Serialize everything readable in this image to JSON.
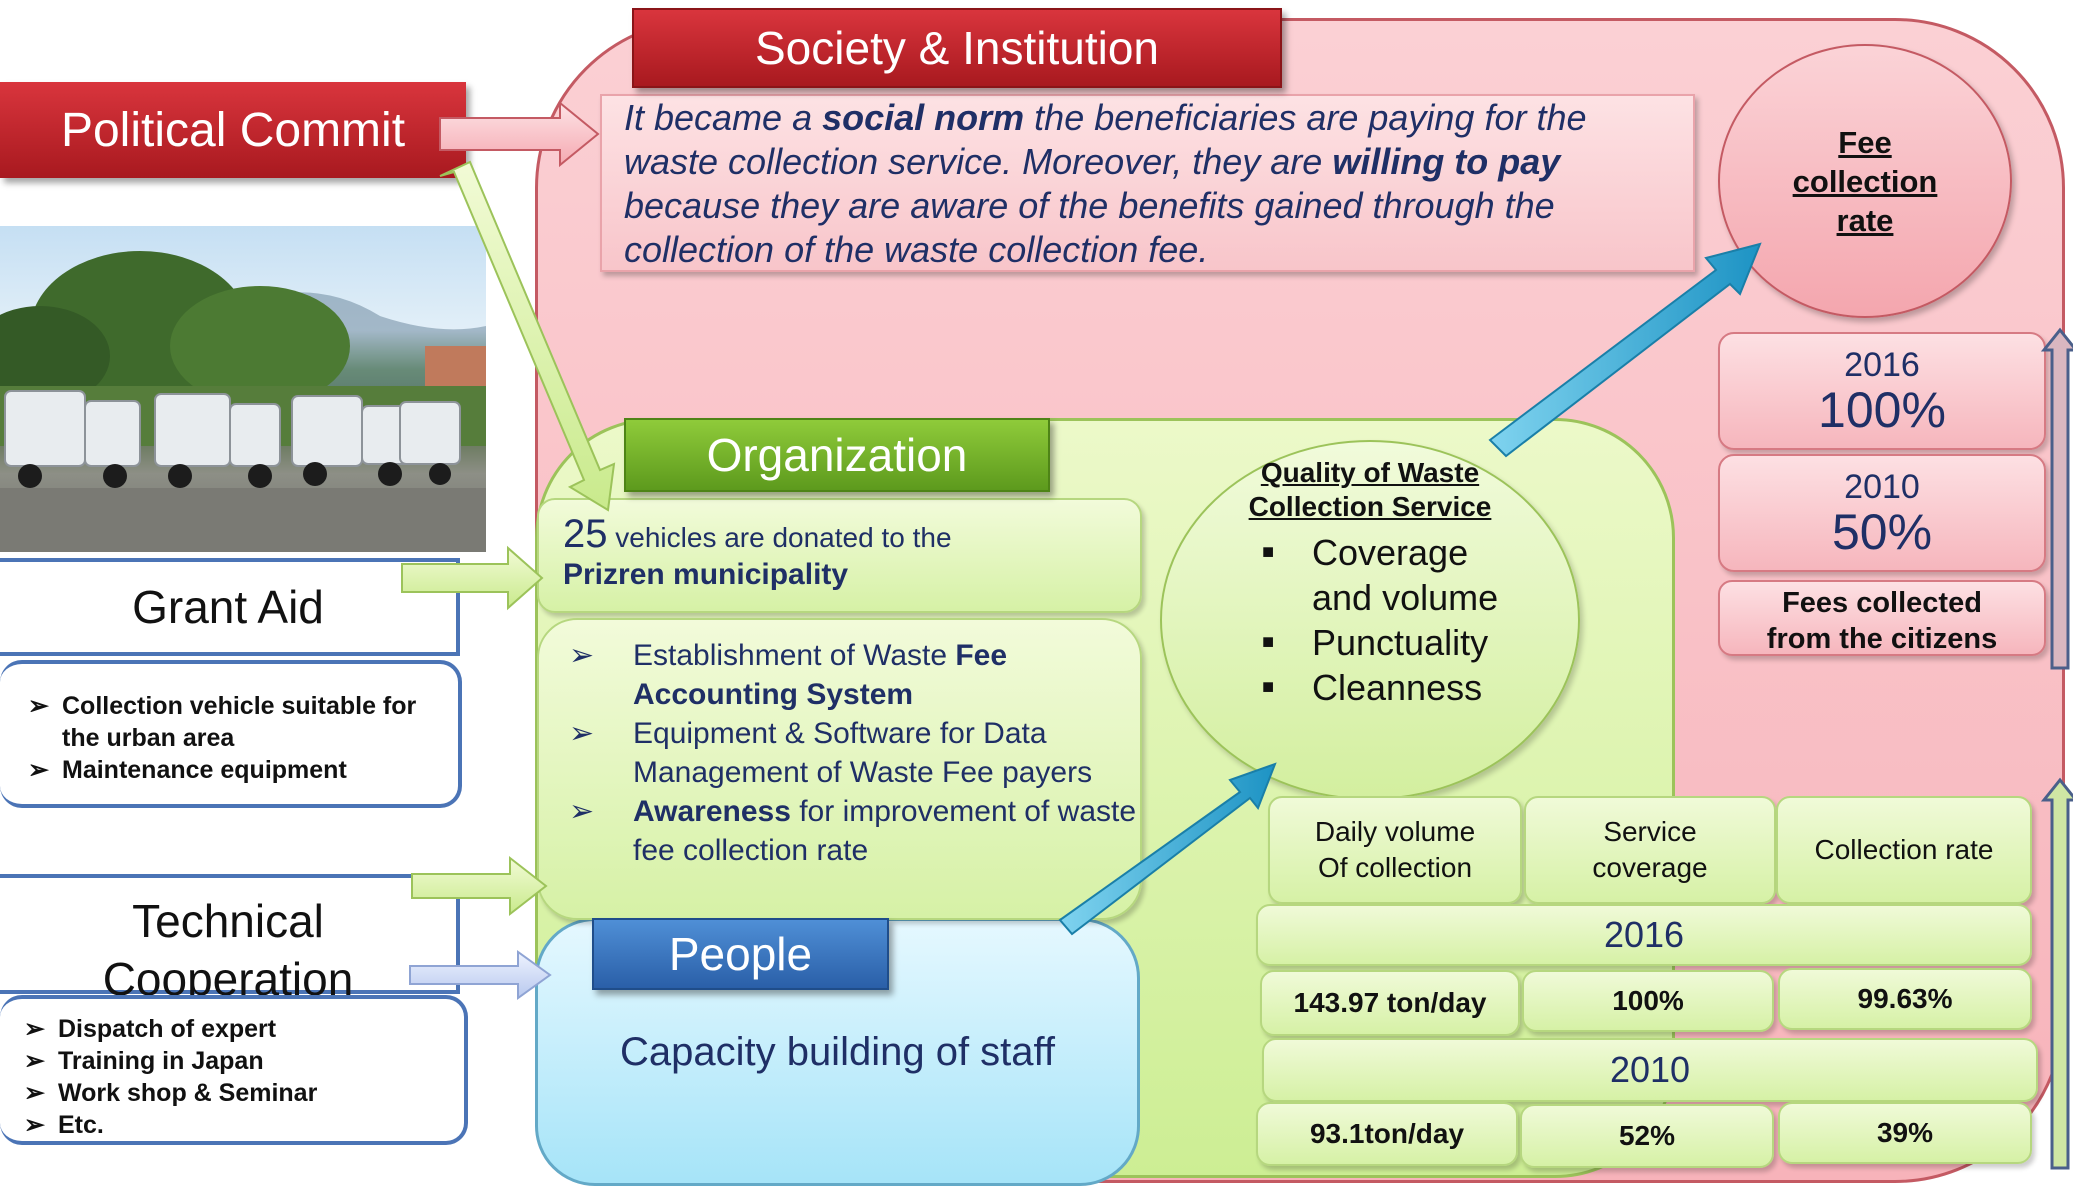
{
  "society": {
    "label": "Society & Institution",
    "norm": {
      "p1": "It became a ",
      "b1": "social norm",
      "p2": " the beneficiaries are paying for the waste collection service. Moreover, they are ",
      "b2": "willing to pay",
      "p3": " because they are aware of the benefits gained through the collection of the waste collection fee."
    }
  },
  "political_commit": {
    "label": "Political Commit"
  },
  "grant_aid": {
    "label": "Grant Aid",
    "items": [
      "Collection vehicle suitable for the urban area",
      "Maintenance equipment"
    ]
  },
  "technical_cooperation": {
    "label_line1": "Technical",
    "label_line2": "Cooperation",
    "items": [
      "Dispatch of expert",
      "Training in Japan",
      "Work shop & Seminar",
      "Etc."
    ]
  },
  "organization": {
    "label": "Organization",
    "vehicles": {
      "count": "25",
      "text": " vehicles are donated to the",
      "recipient": "Prizren municipality"
    },
    "items": [
      {
        "pre": "Establishment of Waste ",
        "bold": "Fee Accounting System",
        "post": ""
      },
      {
        "pre": "Equipment & Software for Data Management of Waste Fee payers",
        "bold": "",
        "post": ""
      },
      {
        "pre": "",
        "bold": "Awareness",
        "post": " for improvement of waste fee collection rate"
      }
    ]
  },
  "people": {
    "label": "People",
    "text": "Capacity building of staff"
  },
  "quality": {
    "title_line1": "Quality of Waste",
    "title_line2": "Collection Service",
    "items": [
      {
        "line1": "Coverage",
        "line2": "and volume"
      },
      {
        "line1": "Punctuality",
        "line2": ""
      },
      {
        "line1": "Cleanness",
        "line2": ""
      }
    ]
  },
  "fee": {
    "circle_line1": "Fee",
    "circle_line2": "collection",
    "circle_line3": "rate",
    "y2016": {
      "year": "2016",
      "value": "100%"
    },
    "y2010": {
      "year": "2010",
      "value": "50%"
    },
    "note_line1": "Fees collected",
    "note_line2": "from the citizens"
  },
  "stats": {
    "headers": [
      {
        "line1": "Daily volume",
        "line2": "Of collection"
      },
      {
        "line1": "Service",
        "line2": "coverage"
      },
      {
        "line1": "Collection rate",
        "line2": ""
      }
    ],
    "rows": [
      {
        "year": "2016",
        "values": [
          "143.97 ton/day",
          "100%",
          "99.63%"
        ]
      },
      {
        "year": "2010",
        "values": [
          "93.1ton/day",
          "52%",
          "39%"
        ]
      }
    ]
  },
  "colors": {
    "society_pink": "#f7b3ba",
    "organization_green": "#cdee94",
    "people_blue": "#a6e4f8",
    "banner_red": "#c0262d",
    "banner_green": "#6fae27",
    "banner_blue": "#2f6bb5",
    "text_navy": "#1f2f66",
    "arrow_teal": "#29a9d4"
  }
}
